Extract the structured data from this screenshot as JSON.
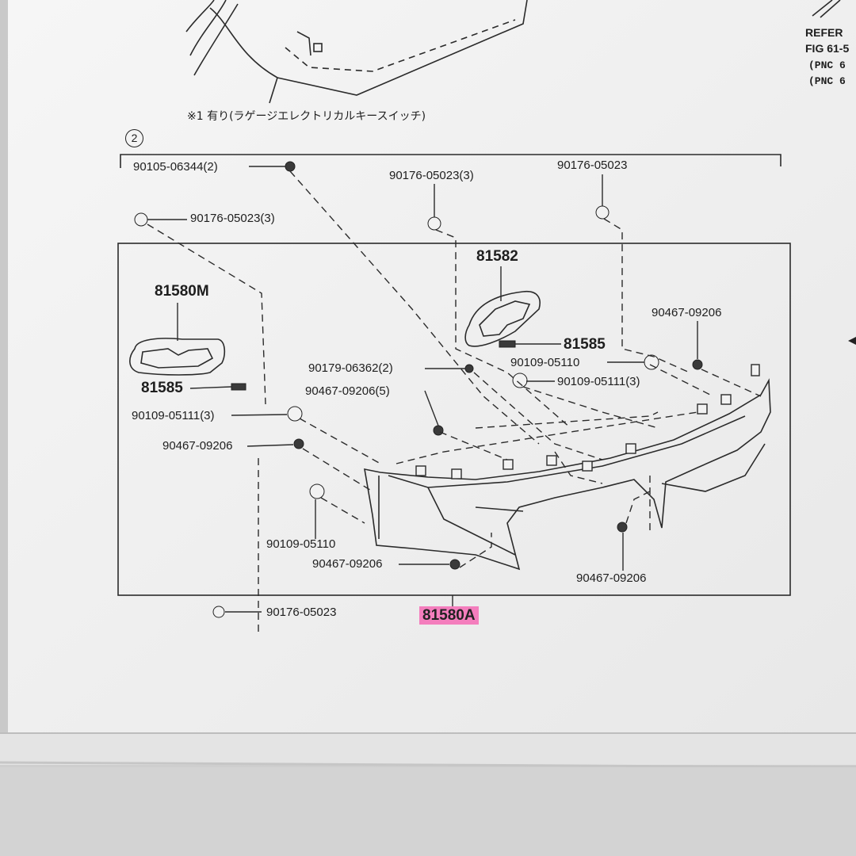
{
  "note": "※1 有り(ラゲージエレクトリカルキースイッチ)",
  "section": "2",
  "refer": {
    "l1": "REFER",
    "l2": "FIG 61-5",
    "l3": "(PNC 6",
    "l4": "(PNC 6"
  },
  "labels": {
    "p90105": "90105-06344(2)",
    "p90176a": "90176-05023(3)",
    "p90176b": "90176-05023(3)",
    "p90176c": "90176-05023",
    "p90176d": "90176-05023",
    "p81582": "81582",
    "p81580m": "81580M",
    "p81585a": "81585",
    "p81585b": "81585",
    "p90467a": "90467-09206",
    "p90179": "90179-06362(2)",
    "p90109a": "90109-05110",
    "p90109b": "90109-05111(3)",
    "p90467b": "90467-09206(5)",
    "p90109c": "90109-05111(3)",
    "p90467c": "90467-09206",
    "p90109d": "90109-05110",
    "p90467d": "90467-09206",
    "p90467e": "90467-09206",
    "p81580a": "81580A"
  },
  "colors": {
    "highlight": "#f47ebd",
    "ink": "#1e1e1e",
    "paper": "#f2f2f2",
    "desk": "#dcdcdc"
  }
}
